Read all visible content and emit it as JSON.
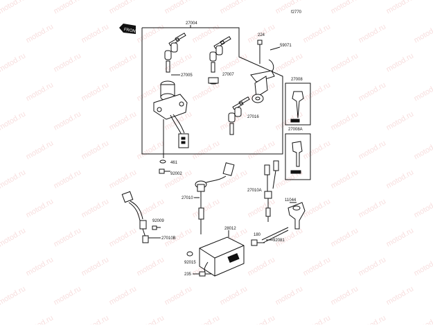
{
  "diagram": {
    "figure_number": "f2770",
    "front_label": "FRONT",
    "watermark_text": "motod.ru",
    "part_labels": {
      "p27004": "27004",
      "p224": "224",
      "p59071": "59071",
      "p27005": "27005",
      "p27007": "27007",
      "p27008": "27008",
      "p27016": "27016",
      "p27008A": "27008A",
      "p461": "461",
      "p92002": "92002",
      "p27010": "27010",
      "p27010A": "27010A",
      "p11044": "11044",
      "p92009": "92009",
      "p28012": "28012",
      "p180": "180",
      "p92081": "92081",
      "p27010B": "27010B",
      "p92015": "92015",
      "p235": "235"
    }
  }
}
